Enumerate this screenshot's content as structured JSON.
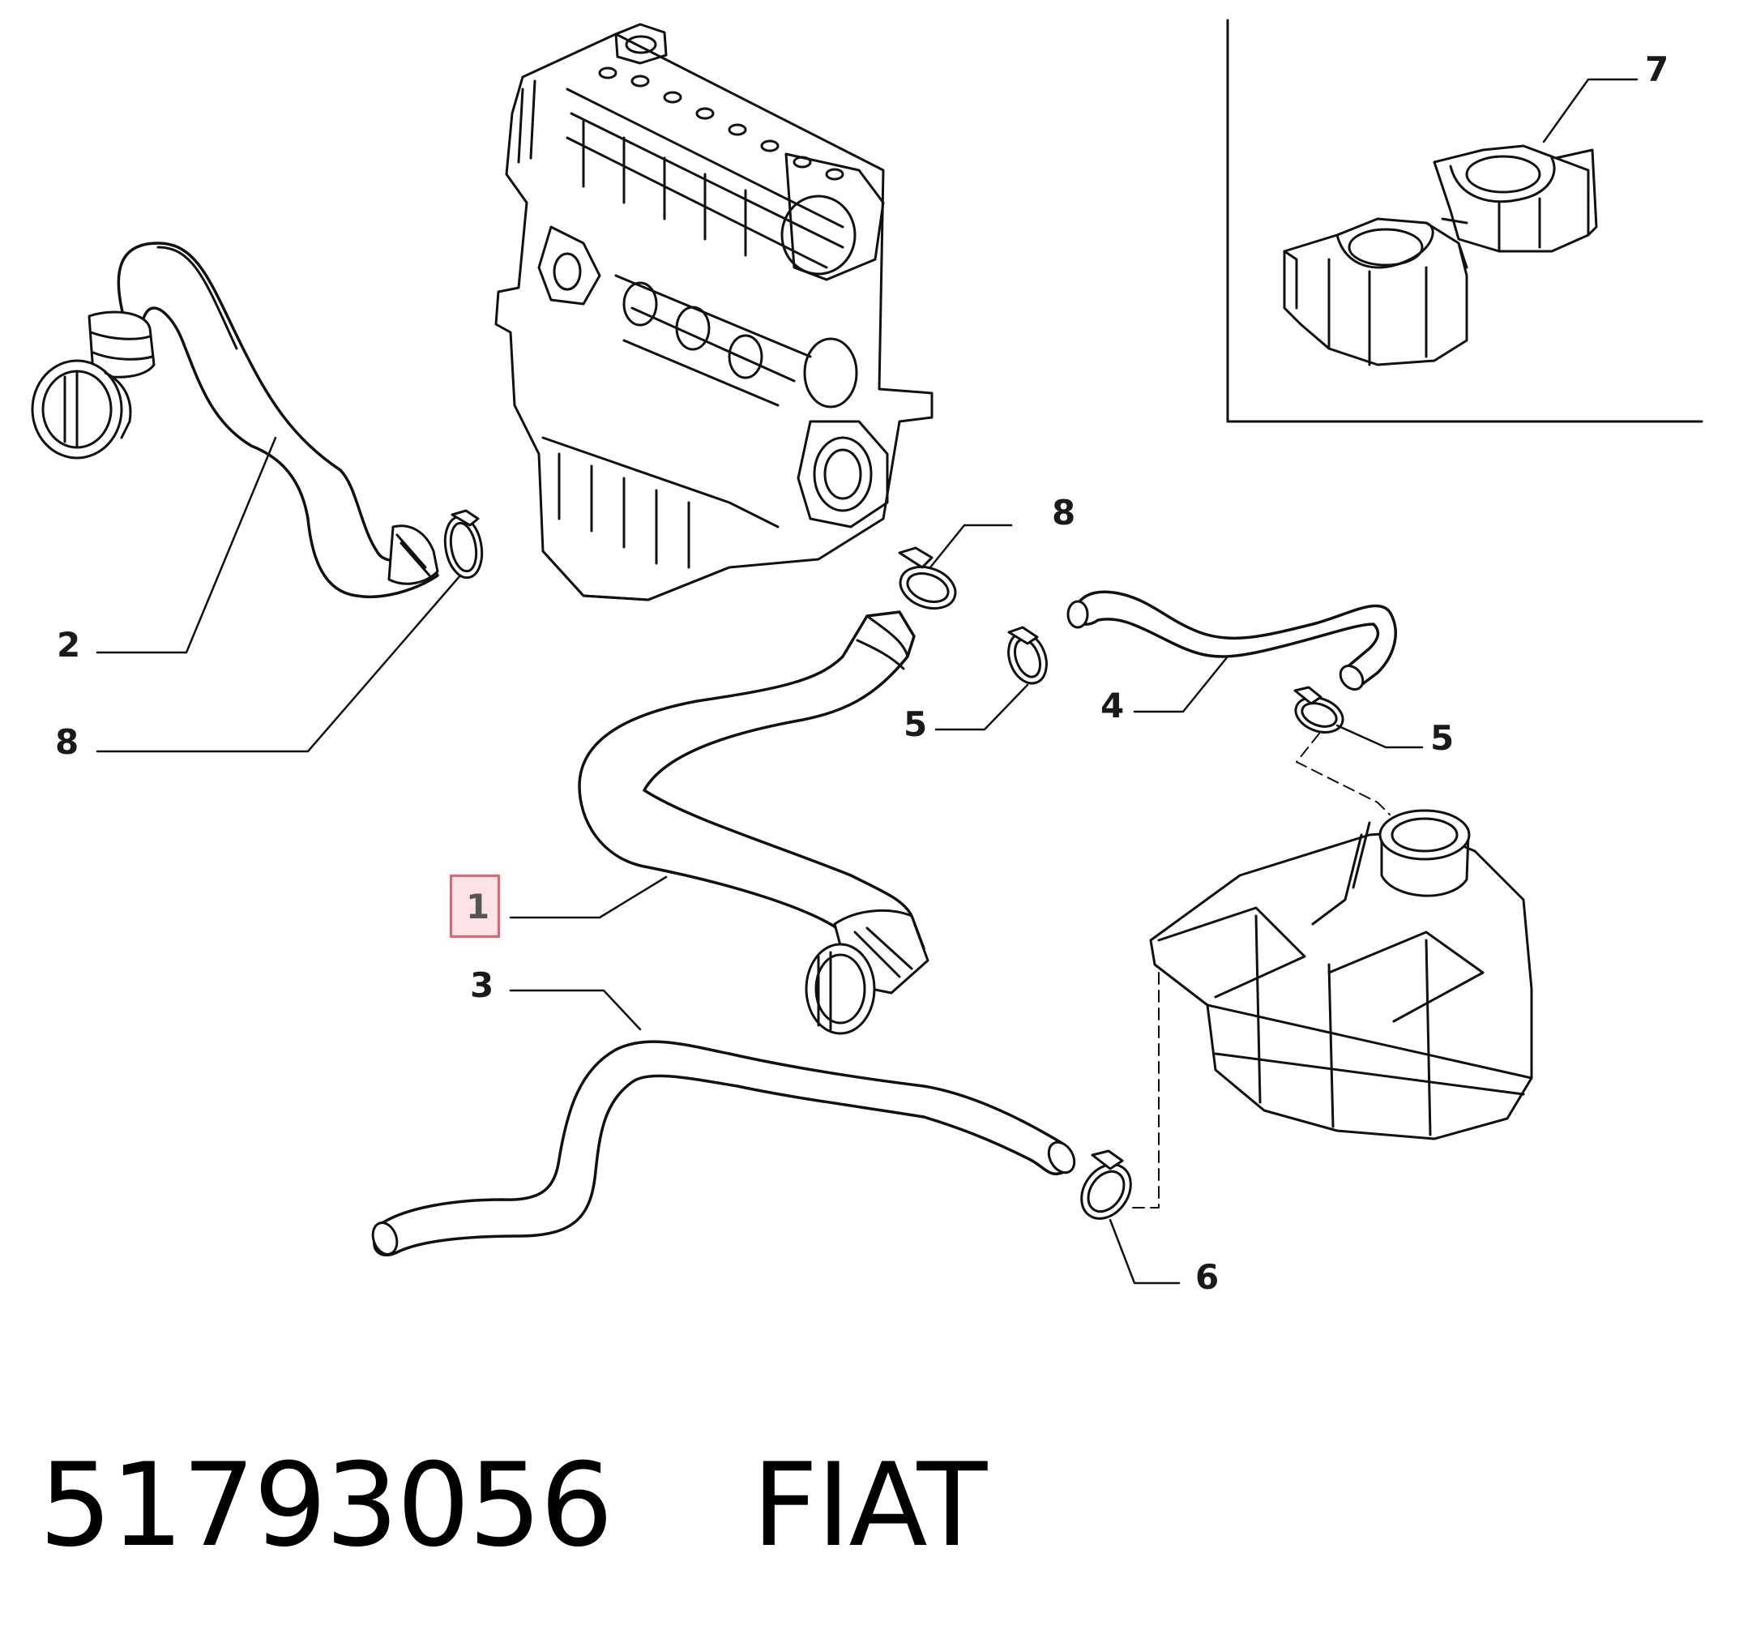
{
  "callouts": {
    "c1": "1",
    "c2": "2",
    "c3": "3",
    "c4": "4",
    "c5a": "5",
    "c5b": "5",
    "c6": "6",
    "c7": "7",
    "c8a": "8",
    "c8b": "8"
  },
  "highlighted_callout": "1",
  "highlight_color": "#e8626f",
  "highlight_fill": "#fde3e6",
  "footer": {
    "part_number": "51793056",
    "brand": "FIAT"
  }
}
